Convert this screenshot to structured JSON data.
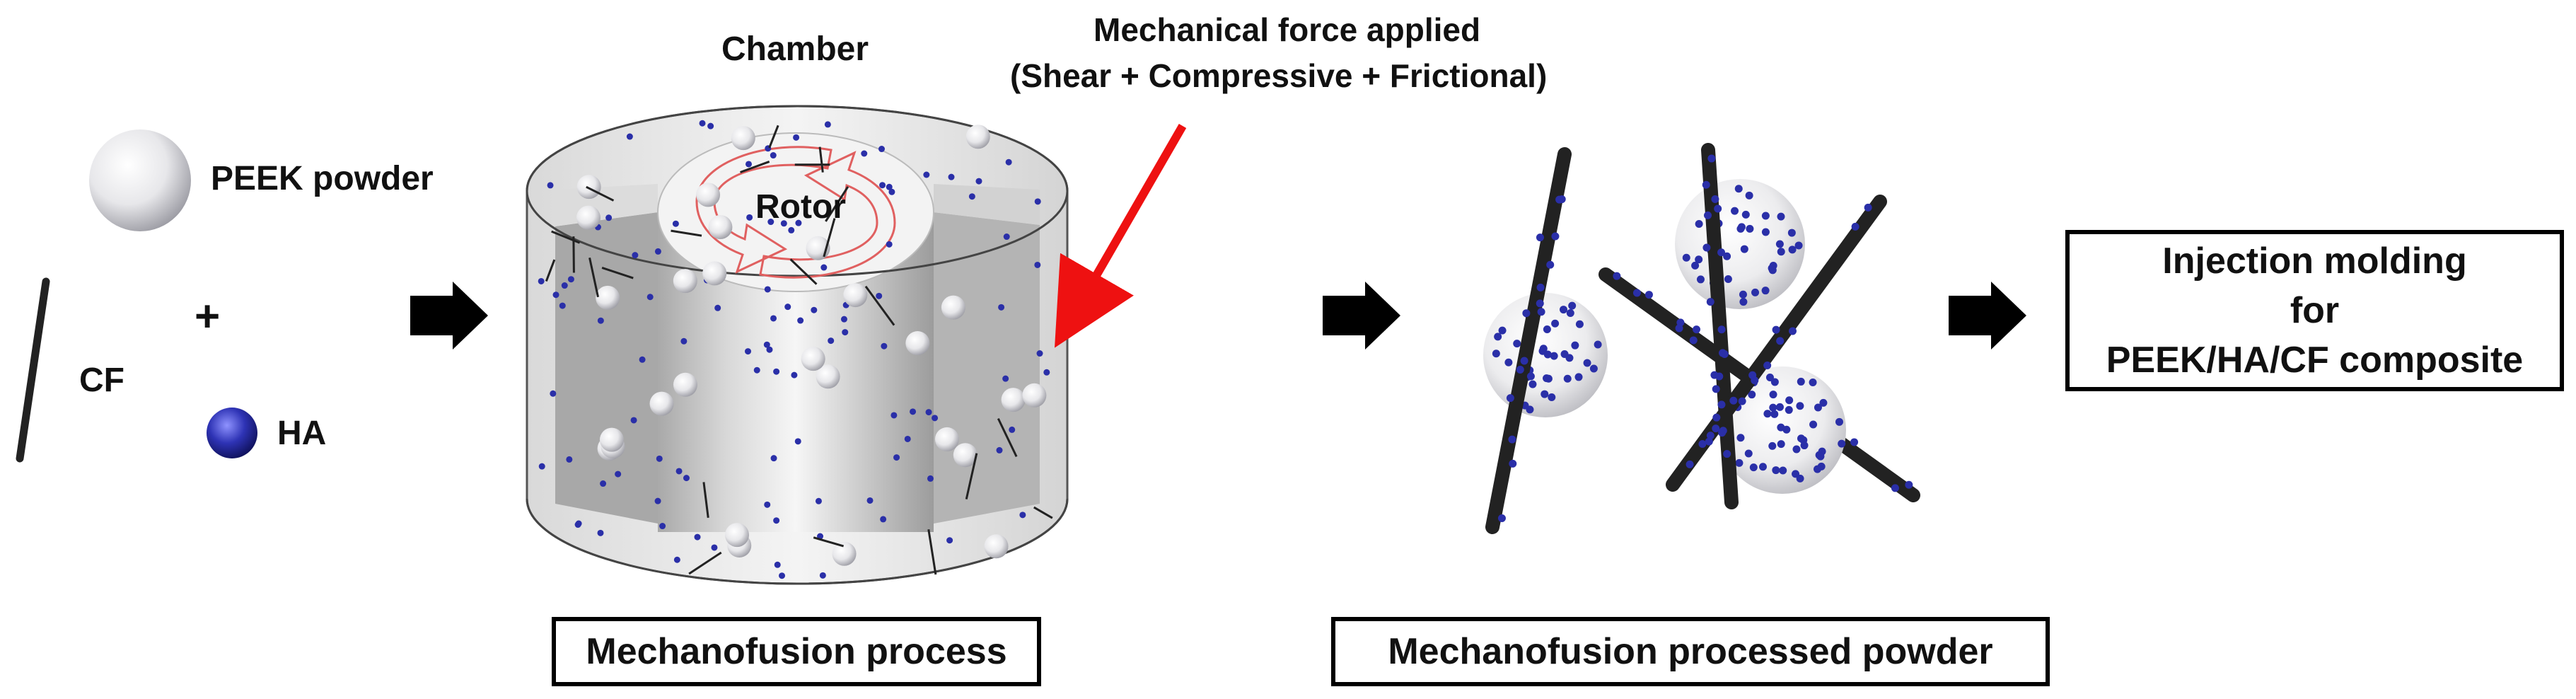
{
  "legend": {
    "peek_label": "PEEK powder",
    "plus_sign": "+",
    "cf_label": "CF",
    "ha_label": "HA"
  },
  "chamber": {
    "chamber_label": "Chamber",
    "rotor_label": "Rotor",
    "force_title": "Mechanical force applied",
    "force_detail": "(Shear + Compressive + Frictional)",
    "process_box": "Mechanofusion process"
  },
  "powder": {
    "box_label": "Mechanofusion processed powder"
  },
  "result": {
    "line1": "Injection molding",
    "line2": "for",
    "line3": "PEEK/HA/CF composite"
  },
  "colors": {
    "ha_dot": "#2a2fa8",
    "force_arrow": "#ee1111",
    "rotor_arrows": "#e06060",
    "fiber": "#222222"
  }
}
